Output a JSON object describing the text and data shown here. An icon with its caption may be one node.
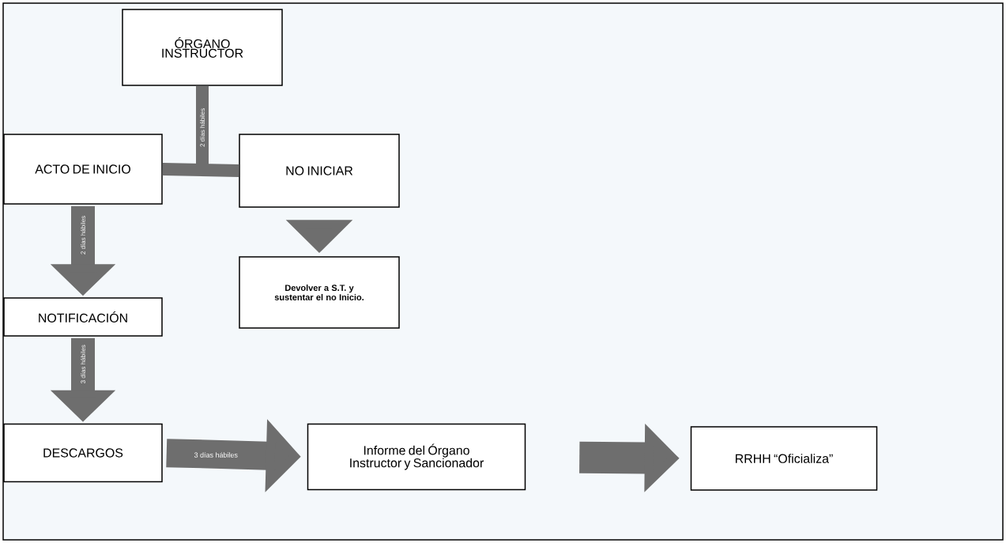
{
  "diagram": {
    "nodes": [
      {
        "text": [
          "ÓRGANO INSTRUCTOR"
        ]
      },
      {
        "text": [
          "ACTO DE INICIO"
        ]
      },
      {
        "text": [
          "NO INICIAR"
        ]
      },
      {
        "text": [
          "Devolver a S.T. y sustentar el no Inicio."
        ]
      },
      {
        "text": [
          "NOTIFICACIÓN"
        ]
      },
      {
        "text": [
          "DESCARGOS"
        ]
      },
      {
        "text": [
          "Informe del Órgano Instructor y Sancionador"
        ]
      },
      {
        "text": [
          "RRHH “Oficializa”"
        ]
      }
    ],
    "edges": [
      {
        "from": 0,
        "to": 1,
        "arrow": "none",
        "label": "2 días hábiles"
      },
      {
        "from": 0,
        "to": 2,
        "arrow": "none"
      },
      {
        "from": 1,
        "to": 4,
        "arrow": "to",
        "label": "2 días hábiles"
      },
      {
        "from": 2,
        "to": 3,
        "arrow": "to"
      },
      {
        "from": 4,
        "to": 5,
        "arrow": "to",
        "label": "3 días hábiles"
      },
      {
        "from": 5,
        "to": 6,
        "arrow": "to",
        "label": "3 días hábiles"
      },
      {
        "from": 6,
        "to": 7,
        "arrow": "to"
      }
    ]
  }
}
